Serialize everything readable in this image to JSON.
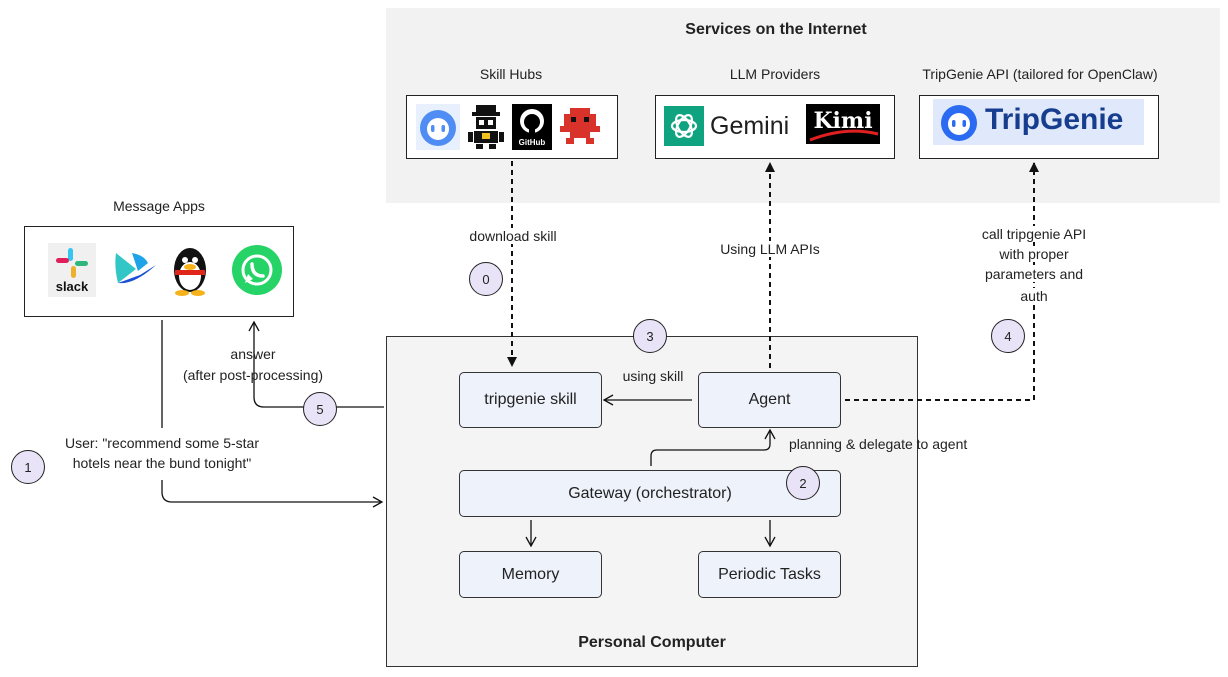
{
  "regions": {
    "internet_title": "Services on the Internet",
    "pc_title": "Personal Computer"
  },
  "groups": {
    "skill_hubs": "Skill Hubs",
    "llm_providers": "LLM Providers",
    "tripgenie_api": "TripGenie API (tailored for OpenClaw)",
    "message_apps": "Message Apps"
  },
  "logos": {
    "slack_text": "slack",
    "github_text": "GitHub",
    "gemini_text": "Gemini",
    "kimi_text": "Kimi",
    "tripgenie_text": "TripGenie"
  },
  "nodes": {
    "skill": "tripgenie skill",
    "agent": "Agent",
    "gateway": "Gateway (orchestrator)",
    "memory": "Memory",
    "periodic": "Periodic Tasks"
  },
  "edges": {
    "download_skill": "download skill",
    "using_llm": "Using LLM APIs",
    "call_api_1": "call tripgenie API",
    "call_api_2": "with proper",
    "call_api_3": "parameters and",
    "call_api_4": "auth",
    "using_skill": "using skill",
    "planning": "planning & delegate to agent",
    "answer_1": "answer",
    "answer_2": "(after post-processing)",
    "user_1": "User: \"recommend some 5-star",
    "user_2": "hotels near the bund tonight\""
  },
  "badges": [
    "0",
    "1",
    "2",
    "3",
    "4",
    "5"
  ],
  "colors": {
    "node_fill": "#eef2fb",
    "badge_fill": "#e9e3f7",
    "internet_bg": "#f2f2f2",
    "pc_bg": "#f4f4f4",
    "tripgenie_blue": "#2a6bf2",
    "whatsapp_green": "#25d366"
  }
}
